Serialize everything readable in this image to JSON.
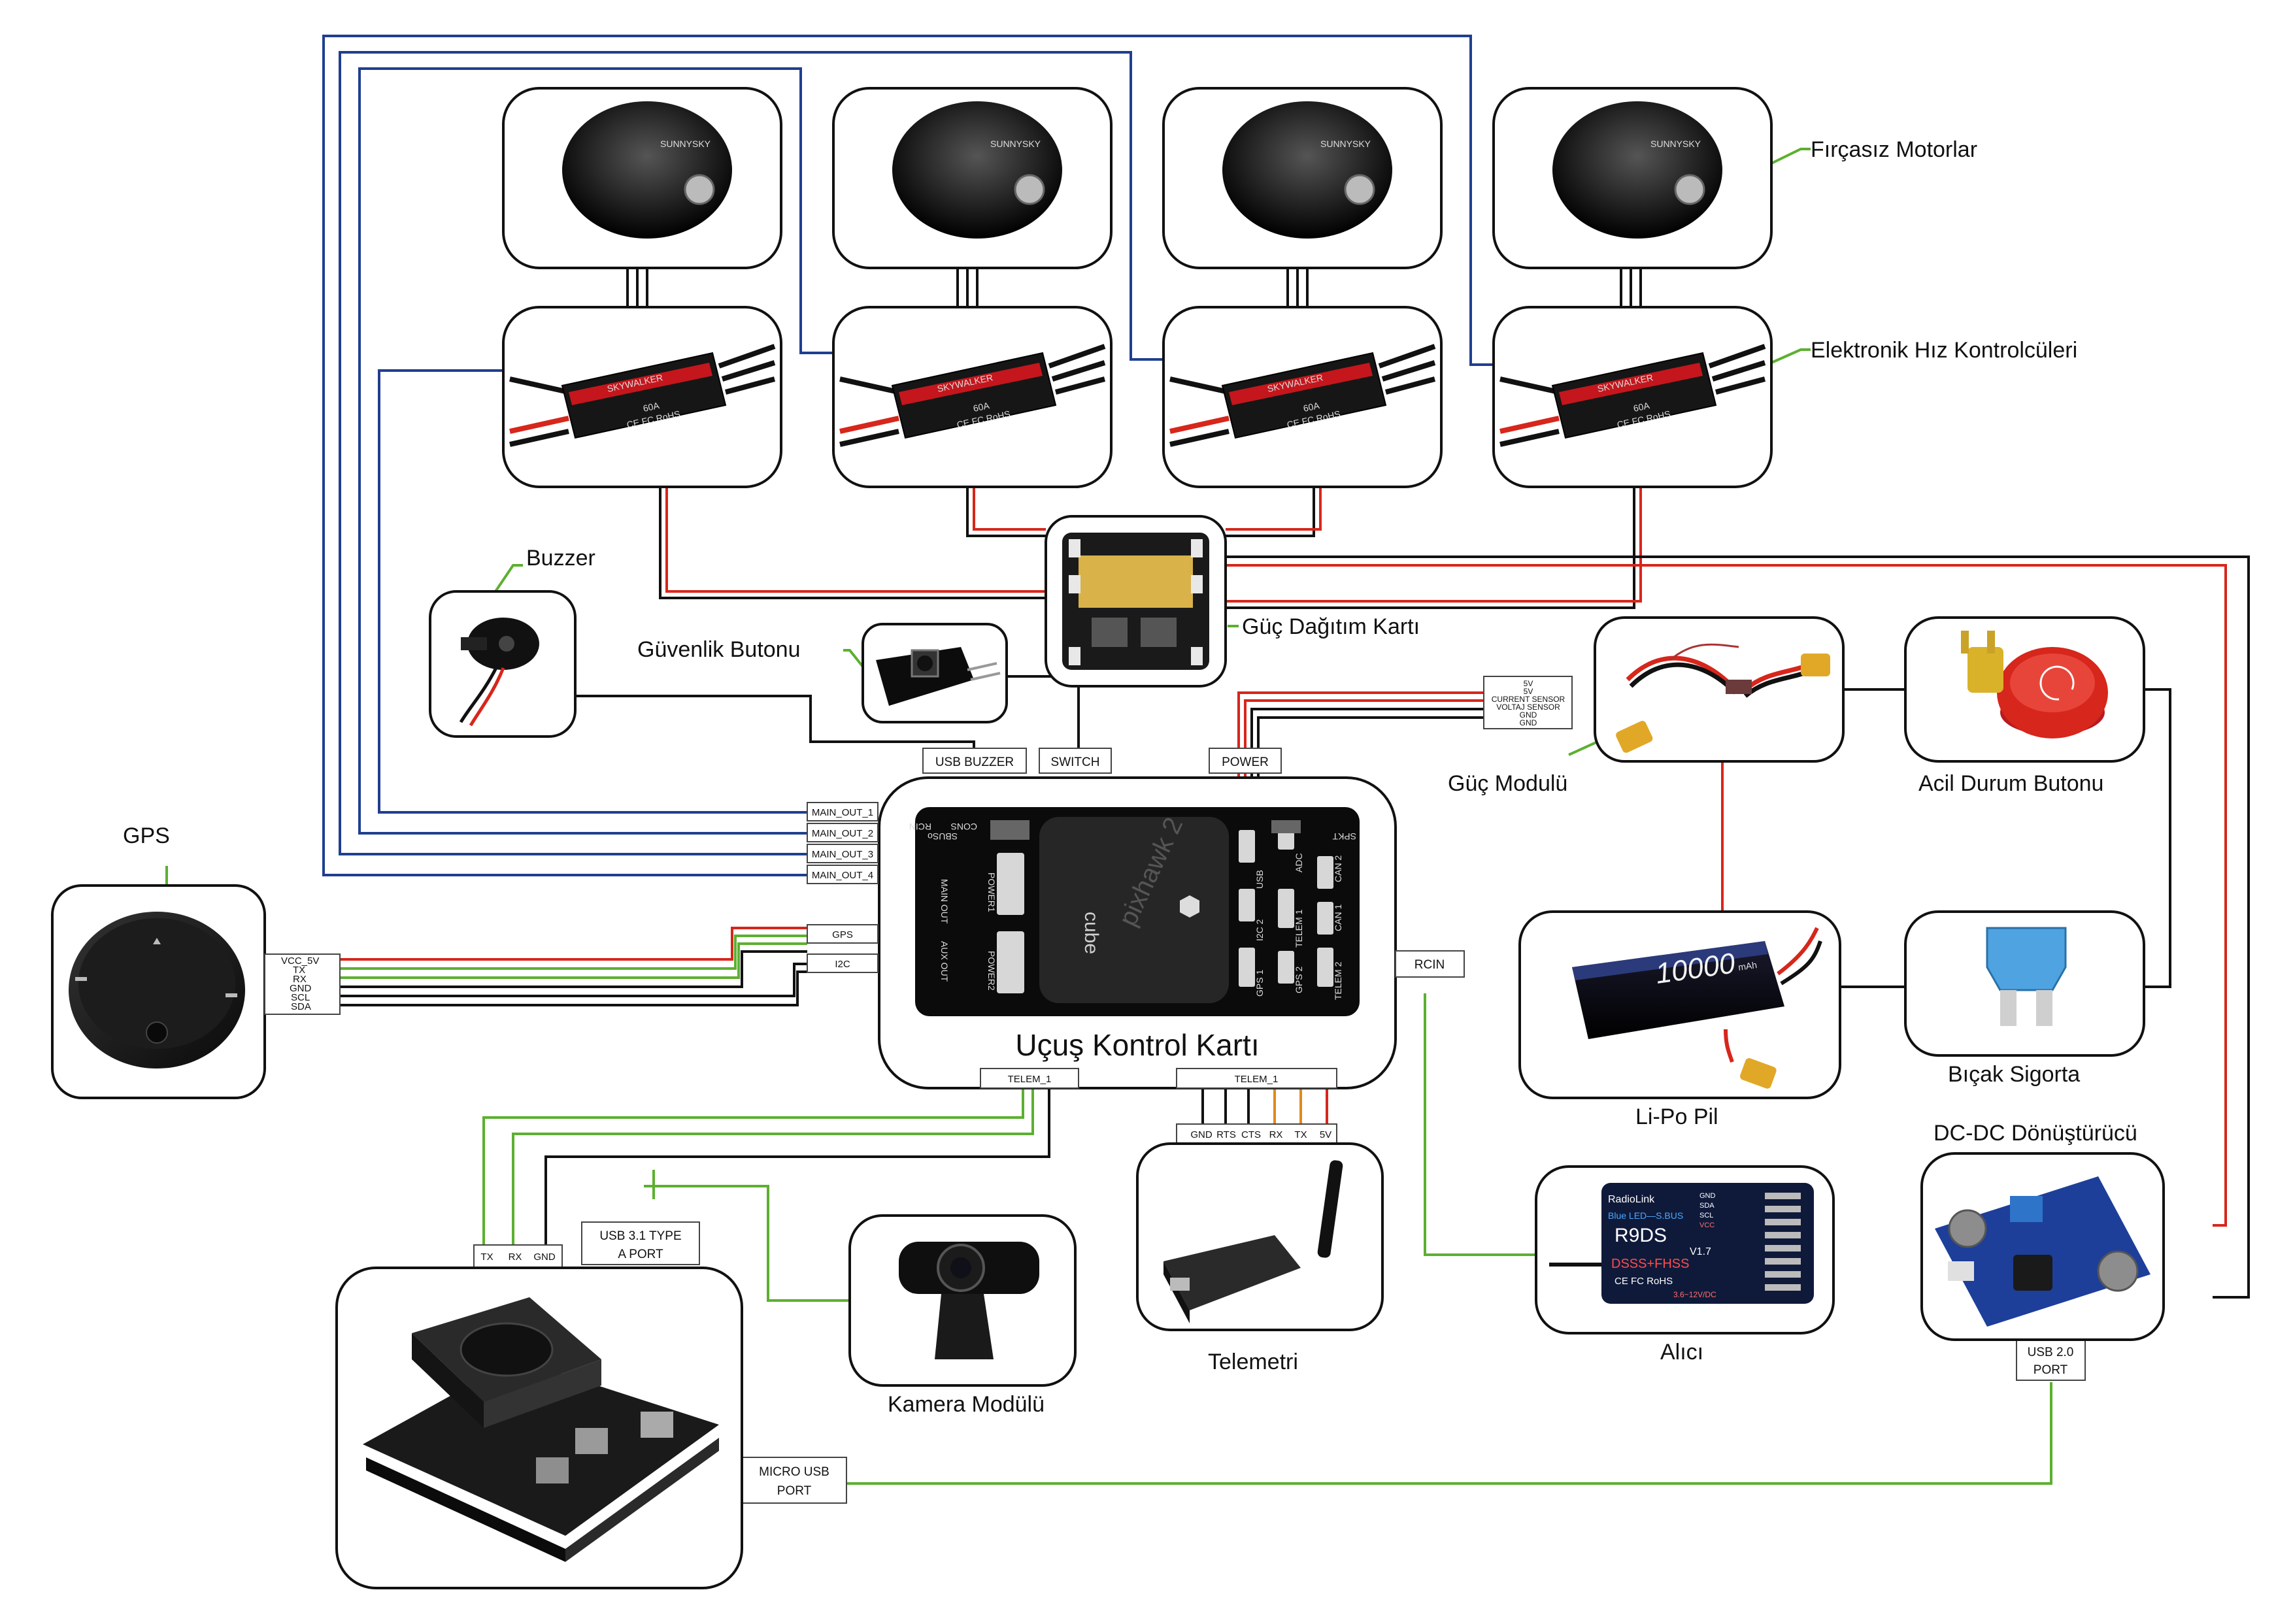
{
  "labels": {
    "motors": "Fırçasız Motorlar",
    "esc": "Elektronik Hız Kontrolcüleri",
    "buzzer": "Buzzer",
    "safety_button": "Güvenlik Butonu",
    "pdb": "Güç Dağıtım Kartı",
    "power_module": "Güç Modulü",
    "emergency_button": "Acil Durum Butonu",
    "gps": "GPS",
    "flight_controller": "Uçuş Kontrol Kartı",
    "lipo": "Li-Po Pil",
    "blade_fuse": "Bıçak Sigorta",
    "dcdc": "DC-DC Dönüştürücü",
    "camera": "Kamera Modülü",
    "telemetry": "Telemetri",
    "receiver": "Alıcı"
  },
  "ports": {
    "usb_buzzer": "USB BUZZER",
    "switch": "SWITCH",
    "power": "POWER",
    "main_out_1": "MAIN_OUT_1",
    "main_out_2": "MAIN_OUT_2",
    "main_out_3": "MAIN_OUT_3",
    "main_out_4": "MAIN_OUT_4",
    "gps_port": "GPS",
    "i2c": "I2C",
    "rcin": "RCIN",
    "telem1_left": "TELEM_1",
    "telem1_right": "TELEM_1",
    "usb31_line1": "USB 3.1 TYPE",
    "usb31_line2": "A PORT",
    "micro_usb_line1": "MICRO USB",
    "micro_usb_line2": "PORT",
    "usb20_line1": "USB 2.0",
    "usb20_line2": "PORT"
  },
  "gps_pins": [
    "VCC_5V",
    "TX",
    "RX",
    "GND",
    "SCL",
    "SDA"
  ],
  "telem_pins": [
    "GND",
    "RTS",
    "CTS",
    "RX",
    "TX",
    "5V"
  ],
  "jetson_pins": [
    "TX",
    "RX",
    "GND"
  ],
  "pm_pins": [
    "5V",
    "5V",
    "CURRENT SENSOR",
    "VOLTAJ SENSOR",
    "GND",
    "GND"
  ],
  "product_text": {
    "motor_brand": "SUNNYSKY",
    "esc_brand": "SKYWALKER",
    "esc_rating": "60A",
    "esc_marks": "CE FC RoHS",
    "fc_brand": "cube",
    "fc_model": "pixhawk 2",
    "fc_power1": "POWER1",
    "fc_power2": "POWER2",
    "fc_usb": "USB",
    "fc_adc": "ADC",
    "fc_i2c2": "I2C 2",
    "fc_telem1": "TELEM 1",
    "fc_can1": "CAN 1",
    "fc_can2": "CAN 2",
    "fc_gps1": "GPS 1",
    "fc_gps2": "GPS 2",
    "fc_telem2": "TELEM 2",
    "fc_main_out": "MAIN OUT",
    "fc_aux_out": "AUX OUT",
    "fc_sbus": "SBUSo",
    "fc_cons": "CONS",
    "fc_rcin": "RCIN",
    "fc_spkt": "SPKT",
    "lipo_capacity": "10000",
    "lipo_unit": "mAh",
    "rx_brand": "RadioLink",
    "rx_tag": "Blue LED—S.BUS",
    "rx_model": "R9DS",
    "rx_version": "V1.7",
    "rx_dsss": "DSSS+FHSS",
    "rx_marks": "CE FC RoHS",
    "rx_voltage": "3.6~12V/DC",
    "rx_pins": [
      "GND",
      "SDA",
      "SCL",
      "VCC"
    ]
  },
  "colors": {
    "signal_blue": "#1f3f8f",
    "power_red": "#d7261b",
    "label_green": "#5cb030",
    "wire_black": "#111111",
    "orange": "#e08a1e"
  }
}
